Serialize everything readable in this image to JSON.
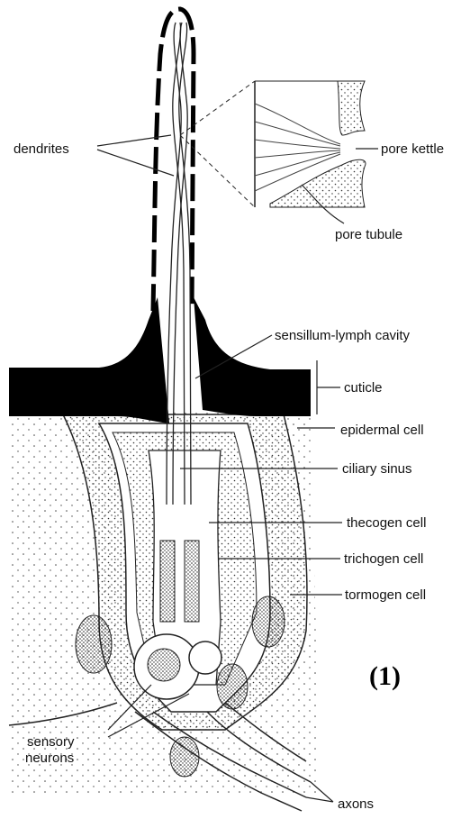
{
  "figure": {
    "number": "(1)",
    "labels": {
      "dendrites": "dendrites",
      "pore_kettle": "pore kettle",
      "pore_tubule": "pore tubule",
      "lymph_cavity": "sensillum-lymph cavity",
      "cuticle": "cuticle",
      "epidermal_cell": "epidermal cell",
      "ciliary_sinus": "ciliary sinus",
      "thecogen_cell": "thecogen cell",
      "trichogen_cell": "trichogen cell",
      "tormogen_cell": "tormogen cell",
      "sensory_line1": "sensory",
      "sensory_line2": "neurons",
      "axons": "axons"
    }
  }
}
